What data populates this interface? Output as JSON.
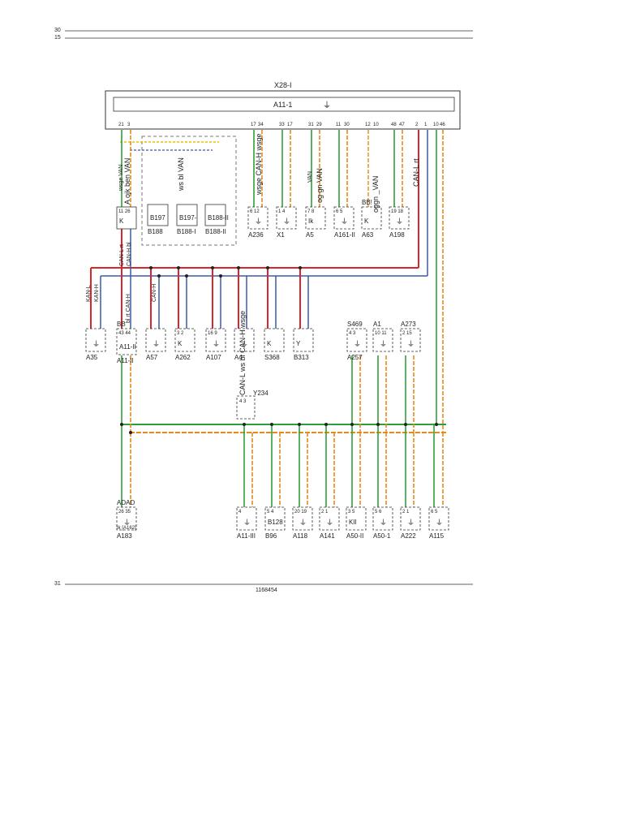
{
  "page": {
    "marker_top_1": "30",
    "marker_top_2": "15",
    "marker_bottom": "31",
    "doc_number": "1168454"
  },
  "connector": {
    "outer_label": "X28-I",
    "inner_label": "A11-1",
    "pins": [
      "21",
      "3",
      "17",
      "34",
      "33",
      "17",
      "31",
      "29",
      "11",
      "30",
      "12",
      "10",
      "48",
      "47",
      "2",
      "1",
      "10",
      "46"
    ]
  },
  "colors": {
    "can_low": "#d9262b",
    "can_high": "#3b5aa8",
    "van_green": "#2e9e3a",
    "van_orange": "#e88a1a",
    "shield_yellow": "#e6c200",
    "dashed_box": "#777777"
  },
  "wire_labels": {
    "a": "wsge VAN",
    "b": "A ojk ben VAN",
    "c": "CAN-L rt",
    "d": "CAN-H bl",
    "e": "wsge CAN-H wsge",
    "f": "VAN",
    "g": "og gn VAN",
    "h": "oggn _VAN",
    "i": "CAN-L rt",
    "j": "gn",
    "k": "VAN",
    "l": "ws bl VAN",
    "m": "KAN-L",
    "n": "KAN-H",
    "o": "bl rt CAN-H",
    "p": "CAN-H"
  },
  "top_modules": [
    {
      "id": "A11-II_top",
      "label": "",
      "pins": "11 26",
      "inner": "K"
    },
    {
      "id": "B188",
      "label": "B188",
      "inner": "B197"
    },
    {
      "id": "B188-I",
      "label": "B188-I",
      "inner": "B197-"
    },
    {
      "id": "B188-II",
      "label": "B188-II",
      "inner": "B188-II"
    },
    {
      "id": "A236",
      "label": "A236",
      "pins": "6 12"
    },
    {
      "id": "X1",
      "label": "X1",
      "pins": "1 4"
    },
    {
      "id": "A5",
      "label": "A5",
      "pins": "7 8",
      "inner": "Ik"
    },
    {
      "id": "A161-II",
      "label": "A161-II",
      "pins": "6 5"
    },
    {
      "id": "A63",
      "label": "A63",
      "pins": "",
      "inner": "K",
      "top": "BB!"
    },
    {
      "id": "A198",
      "label": "A198",
      "pins": "19 18"
    }
  ],
  "mid_modules": [
    {
      "id": "A35",
      "label": "A35"
    },
    {
      "id": "A11-II",
      "label": "A11-II",
      "pins": "43 44",
      "top": "BB",
      "inner": "A11-II"
    },
    {
      "id": "A57",
      "label": "A57"
    },
    {
      "id": "A262",
      "label": "A262",
      "pins": "3 2",
      "inner": "K"
    },
    {
      "id": "A107",
      "label": "A107",
      "pins": "16 9"
    },
    {
      "id": "A4",
      "label": "A4"
    },
    {
      "id": "S368",
      "label": "S368",
      "inner": "K"
    },
    {
      "id": "B313",
      "label": "B313",
      "inner": "Y"
    },
    {
      "id": "A257",
      "label": "A257",
      "top": "S469",
      "pins": "4 3"
    },
    {
      "id": "A1",
      "label": "",
      "top": "A1",
      "pins": "10 11"
    },
    {
      "id": "A273",
      "label": "",
      "top": "A273",
      "pins": "2 15"
    }
  ],
  "y234": {
    "label": "Y234",
    "pins": "4 3",
    "text": "CAN-L ws bl CAN-H wsge"
  },
  "bottom_modules": [
    {
      "id": "A183",
      "label": "A183",
      "top": "ADAD",
      "pins": "26 35",
      "sub": "Ik [A162]"
    },
    {
      "id": "A11-III",
      "label": "A11-III",
      "pins": "4"
    },
    {
      "id": "B96",
      "label": "B96",
      "pins": "5 4",
      "inner": "B128"
    },
    {
      "id": "A118",
      "label": "A118",
      "pins": "20 19"
    },
    {
      "id": "A141",
      "label": "A141",
      "pins": "2 1"
    },
    {
      "id": "A50-II",
      "label": "A50-II",
      "pins": "3 5",
      "inner": "KII"
    },
    {
      "id": "A50-I",
      "label": "A50-1",
      "pins": "5 6"
    },
    {
      "id": "A222",
      "label": "A222",
      "pins": "2 1"
    },
    {
      "id": "A115",
      "label": "A115",
      "pins": "6 5"
    }
  ]
}
